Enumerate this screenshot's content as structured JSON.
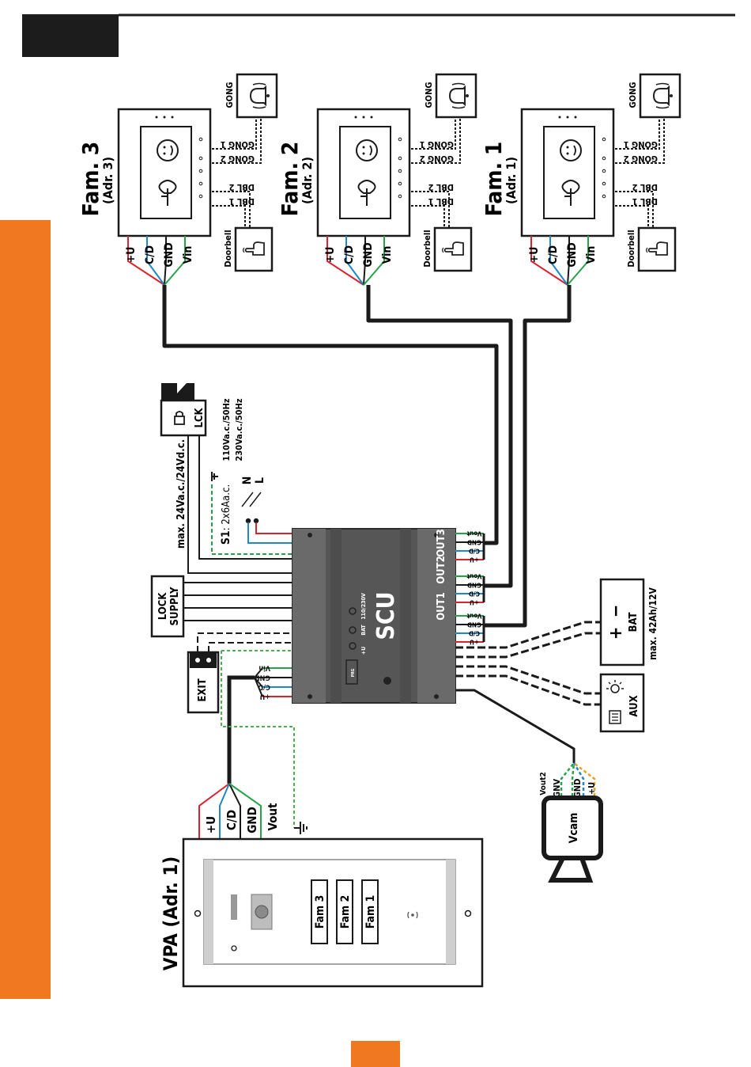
{
  "colors": {
    "accent": "#f07820",
    "header_block": "#1c1c1c",
    "wire_red": "#d9232d",
    "wire_blue": "#1e88c8",
    "wire_green": "#26a34a",
    "wire_black": "#1a1a1a",
    "wire_orange": "#e8a020",
    "ground_green": "#4caf50",
    "scu_body": "#565656"
  },
  "monitors": [
    {
      "name": "Fam. 3",
      "addr": "(Adr. 3)"
    },
    {
      "name": "Fam. 2",
      "addr": "(Adr. 2)"
    },
    {
      "name": "Fam. 1",
      "addr": "(Adr. 1)"
    }
  ],
  "monitor_terminals": [
    "+U",
    "C/D",
    "GND",
    "Vin"
  ],
  "monitor_ports": {
    "gong1": "GONG 1",
    "gong2": "GONG 2",
    "dbl2": "DBL 2",
    "dbl1": "DBL 1"
  },
  "gong_label": "GONG",
  "doorbell_label": "Doorbell",
  "lock": {
    "label": "LCK",
    "voltage": "max. 24Va.c./24Vd.c."
  },
  "mains": {
    "switch_label": "S1",
    "switch_rating": ": 2x6Aa.c.",
    "v1": "110Va.c./50Hz",
    "v2": "230Va.c./50Hz",
    "n": "N",
    "l": "L"
  },
  "lock_supply": {
    "line1": "LOCK",
    "line2": "SUPPLY"
  },
  "exit_label": "EXIT",
  "scu": {
    "label": "SCU",
    "outs": [
      "OUT1",
      "OUT2",
      "OUT3"
    ],
    "out_terminals": [
      "Vout",
      "GND",
      "C/D",
      "+U"
    ],
    "in_terminals": [
      "Vin",
      "GND",
      "C/D",
      "+U"
    ],
    "led_labels": {
      "u": "+U",
      "bat": "BAT",
      "mains": "110/230V"
    },
    "prg": "PRG"
  },
  "battery": {
    "label": "BAT",
    "plus": "+",
    "minus": "−",
    "rating": "max. 42Ah/12V"
  },
  "aux_label": "AUX",
  "vcam": {
    "label": "Vcam",
    "terminals": [
      "Vout2",
      "GNV",
      "GND",
      "+U"
    ]
  },
  "vpa": {
    "title": "VPA (Adr. 1)",
    "terminals": [
      "+U",
      "C/D",
      "GND",
      "Vout"
    ],
    "buttons": [
      "Fam 3",
      "Fam 2",
      "Fam 1"
    ]
  }
}
